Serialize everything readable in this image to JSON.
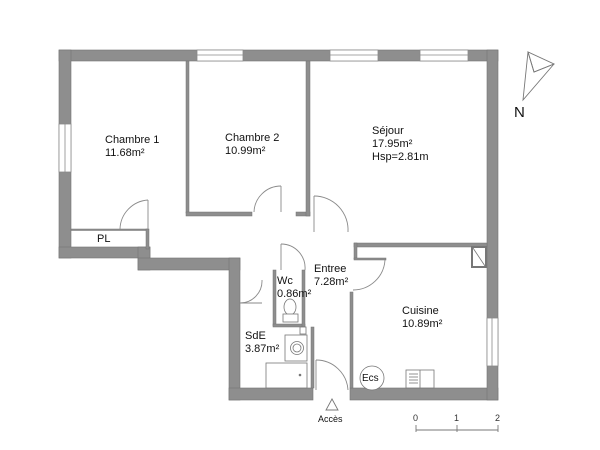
{
  "plan": {
    "wall_color": "#8e8e8e",
    "wall_edge_color": "#6f6f6f",
    "background": "#ffffff"
  },
  "rooms": [
    {
      "name": "Chambre 1",
      "area": "11.68m²"
    },
    {
      "name": "Chambre 2",
      "area": "10.99m²"
    },
    {
      "name": "Séjour",
      "area": "17.95m²",
      "height": "Hsp=2.81m"
    },
    {
      "name": "Wc",
      "area": "0.86m²"
    },
    {
      "name": "Entree",
      "area": "7.28m²"
    },
    {
      "name": "SdE",
      "area": "3.87m²"
    },
    {
      "name": "Cuisine",
      "area": "10.89m²"
    }
  ],
  "labels": {
    "closet": "PL",
    "water_heater": "Ecs",
    "access": "Accès",
    "north": "N"
  },
  "scale": {
    "ticks": [
      "0",
      "1",
      "2"
    ]
  }
}
